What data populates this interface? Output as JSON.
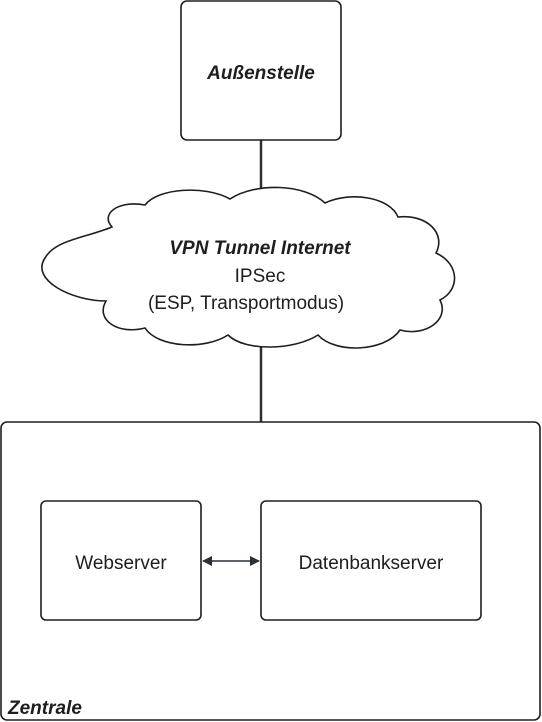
{
  "nodes": {
    "branch": {
      "label": "Außenstelle"
    },
    "tunnel": {
      "title": "VPN Tunnel Internet",
      "protocol": "IPSec",
      "mode": "(ESP, Transportmodus)"
    },
    "headquarters": {
      "label": "Zentrale"
    },
    "webserver": {
      "label": "Webserver"
    },
    "dbserver": {
      "label": "Datenbankserver"
    }
  },
  "colors": {
    "stroke": "#1e1e1e",
    "connector": "#2b2f36",
    "fill": "#ffffff"
  }
}
